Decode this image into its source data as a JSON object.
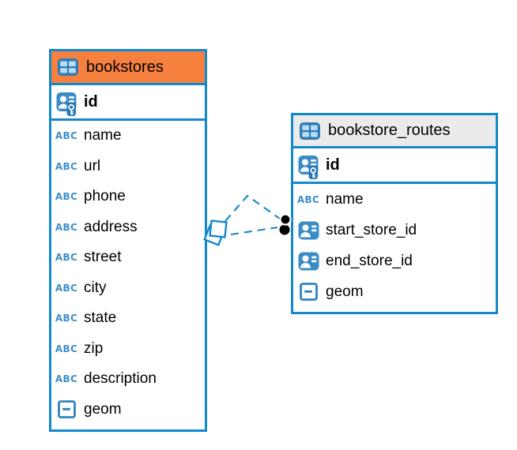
{
  "colors": {
    "accent_blue_border": "#1389CB",
    "bookstores_header_bg": "#F6803E",
    "routes_header_bg": "#EBEBEB",
    "icon_blue": "#3F8FC9",
    "relationship_line": "#1389CB",
    "relationship_dot": "#000000"
  },
  "icons": {
    "abc_label": "ABC",
    "table_icon": "table-grid-icon",
    "primary_key_icon": "person-with-key-icon",
    "foreign_key_icon": "person-card-icon",
    "geometry_icon": "square-dash-icon"
  },
  "tables": [
    {
      "name": "bookstores",
      "columns": [
        {
          "name": "id",
          "icon": "primary-key-icon"
        },
        {
          "name": "name",
          "icon": "text-abc-icon"
        },
        {
          "name": "url",
          "icon": "text-abc-icon"
        },
        {
          "name": "phone",
          "icon": "text-abc-icon"
        },
        {
          "name": "address",
          "icon": "text-abc-icon"
        },
        {
          "name": "street",
          "icon": "text-abc-icon"
        },
        {
          "name": "city",
          "icon": "text-abc-icon"
        },
        {
          "name": "state",
          "icon": "text-abc-icon"
        },
        {
          "name": "zip",
          "icon": "text-abc-icon"
        },
        {
          "name": "description",
          "icon": "text-abc-icon"
        },
        {
          "name": "geom",
          "icon": "geometry-icon"
        }
      ]
    },
    {
      "name": "bookstore_routes",
      "columns": [
        {
          "name": "id",
          "icon": "primary-key-icon"
        },
        {
          "name": "name",
          "icon": "text-abc-icon"
        },
        {
          "name": "start_store_id",
          "icon": "foreign-key-icon"
        },
        {
          "name": "end_store_id",
          "icon": "foreign-key-icon"
        },
        {
          "name": "geom",
          "icon": "geometry-icon"
        }
      ]
    }
  ],
  "relationships": [
    {
      "from_table": "bookstores",
      "to_table": "bookstore_routes",
      "style": "dashed"
    },
    {
      "from_table": "bookstores",
      "to_table": "bookstore_routes",
      "style": "dashed"
    }
  ]
}
